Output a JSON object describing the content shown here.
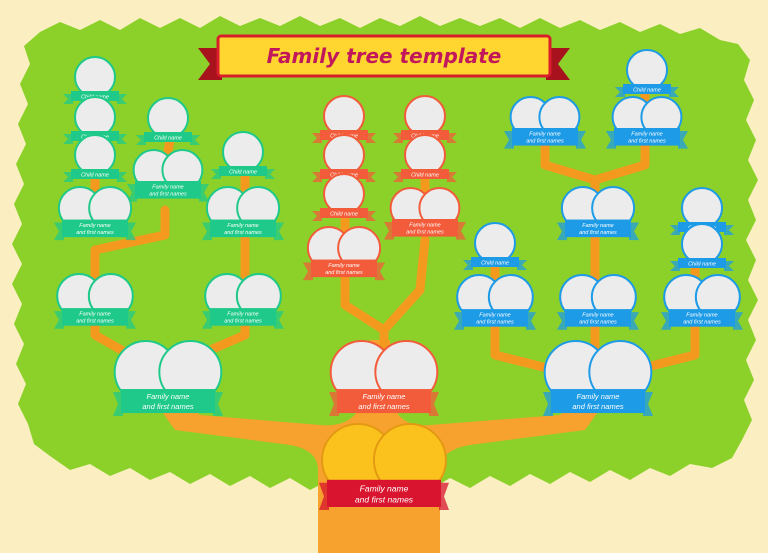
{
  "title": "Family tree template",
  "labels": {
    "child": "Child name",
    "couple_line1": "Family name",
    "couple_line2": "and first names"
  },
  "colors": {
    "background": "#fbefc2",
    "foliage": "#8bd12a",
    "trunk": "#f7a12e",
    "branch": "#f39a1e",
    "photo_frame": "#ececec",
    "green_ribbon": "#1fc98a",
    "red_ribbon": "#f25c3b",
    "blue_ribbon": "#1e9be6",
    "root_ribbon": "#d8142e",
    "root_photo": "#fbc21d",
    "title_banner": "#ffd62f",
    "title_ribbon": "#d81e2b"
  }
}
